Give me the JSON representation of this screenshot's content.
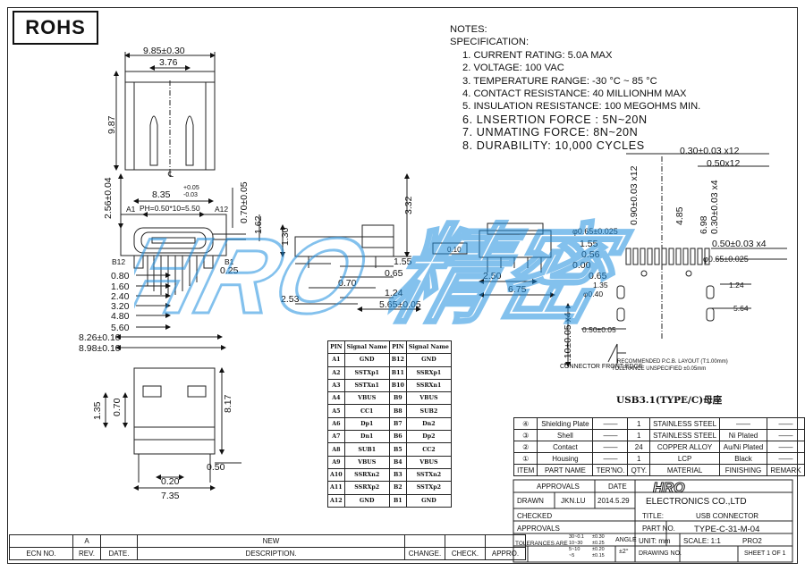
{
  "rohs": "ROHS",
  "notes": {
    "heading": "NOTES:",
    "spec": "SPECIFICATION:",
    "items": [
      "1. CURRENT RATING: 5.0A MAX",
      "2. VOLTAGE: 100 VAC",
      "3. TEMPERATURE RANGE: -30 °C ~ 85 °C",
      "4. CONTACT RESISTANCE: 40 MILLIONHM MAX",
      "5. INSULATION RESISTANCE: 100 MEGOHMS MIN.",
      "6. LNSERTION FORCE : 5N~20N",
      "7. UNMATING FORCE: 8N~20N",
      "8. DURABILITY: 10,000 CYCLES"
    ]
  },
  "dims": {
    "top_width": "9.85±0.30",
    "inner_width": "3.76",
    "height_left": "9.87",
    "pitch_span": "8.35",
    "pitch_tol_plus": "+0.05",
    "pitch_tol_minus": "-0.03",
    "ph": "PH=0.50*10=5.50",
    "a1": "A1",
    "a12": "A12",
    "b12": "B12",
    "b1": "B1",
    "cl": "℄",
    "d256": "2.56±0.04",
    "d070_005": "0.70±0.05",
    "d162": "1.62",
    "d025": "0.25",
    "d080": "0.80",
    "d160": "1.60",
    "d240": "2.40",
    "d320": "3.20",
    "d480": "4.80",
    "d560": "5.60",
    "d826": "8.26±0.10",
    "d898": "8.98±0.10",
    "d135": "1.35",
    "d070": "0.70",
    "d817": "8.17",
    "d050": "0.50",
    "d020": "0.20",
    "d735": "7.35",
    "side_130": "1.30",
    "side_332": "3.32",
    "side_155": "1.55",
    "side_065": "0.65",
    "side_070": "0.70",
    "side_124": "1.24",
    "side_253": "2.53",
    "side_565": "5.65±0.05",
    "flat": "0.10",
    "d250": "2.50",
    "d675": "6.75",
    "fp_030x12": "0.30±0.03 x12",
    "fp_050x12": "0.50x12",
    "fp_090x12": "0.90±0.03 x12",
    "fp_485": "4.85",
    "fp_698": "6.98",
    "fp_030x4": "0.30±0.03 x4",
    "fp_050x4": "0.50±0.03 x4",
    "fp_065h": "φ0.65±0.025",
    "fp_065h2": "φ0.65±0.025",
    "fp_155": "1.55",
    "fp_056": "0.56",
    "fp_000": "0.00",
    "fp_065": "0.65",
    "fp_135": "1.35",
    "fp_040": "φ0.40",
    "fp_124": "1.24",
    "fp_564": "5.64",
    "fp_110": "1.10±0.05 x4",
    "fp_050_005": "0.50±0.05",
    "fp_recommended": "RECOMMENDED  P.C.B. LAYOUT (T:1.00mm)",
    "fp_tol": "TOLERANCE UNSPECIFIED ±0.05mm",
    "connector_edge": "CONNECTOR FRONT EDGE"
  },
  "pin_table": {
    "headers": [
      "PIN",
      "Signal Name",
      "PIN",
      "Signal Name"
    ],
    "rows": [
      [
        "A1",
        "GND",
        "B12",
        "GND"
      ],
      [
        "A2",
        "SSTXp1",
        "B11",
        "SSRXp1"
      ],
      [
        "A3",
        "SSTXn1",
        "B10",
        "SSRXn1"
      ],
      [
        "A4",
        "VBUS",
        "B9",
        "VBUS"
      ],
      [
        "A5",
        "CC1",
        "B8",
        "SUB2"
      ],
      [
        "A6",
        "Dp1",
        "B7",
        "Dn2"
      ],
      [
        "A7",
        "Dn1",
        "B6",
        "Dp2"
      ],
      [
        "A8",
        "SUB1",
        "B5",
        "CC2"
      ],
      [
        "A9",
        "VBUS",
        "B4",
        "VBUS"
      ],
      [
        "A10",
        "SSRXn2",
        "B3",
        "SSTXn2"
      ],
      [
        "A11",
        "SSRXp2",
        "B2",
        "SSTXp2"
      ],
      [
        "A12",
        "GND",
        "B1",
        "GND"
      ]
    ]
  },
  "product_title": "USB3.1(TYPE/C)母座",
  "bom": {
    "rows": [
      [
        "④",
        "Shielding Plate",
        "——",
        "1",
        "STAINLESS STEEL",
        "——",
        "——"
      ],
      [
        "③",
        "Shell",
        "——",
        "1",
        "STAINLESS STEEL",
        "Ni Plated",
        "——"
      ],
      [
        "②",
        "Contact",
        "——",
        "24",
        "COPPER ALLOY",
        "Au/Ni Plated",
        "——"
      ],
      [
        "①",
        "Housing",
        "——",
        "1",
        "LCP",
        "Black",
        "——"
      ]
    ],
    "header": [
      "ITEM",
      "PART NAME",
      "TER'NO.",
      "QTY.",
      "MATERIAL",
      "FINISHING",
      "REMARK"
    ]
  },
  "title_block": {
    "approvals": "APPROVALS",
    "date": "DATE",
    "drawn": "DRAWN",
    "drawn_by": "JKN.LU",
    "drawn_date": "2014.5.29",
    "checked": "CHECKED",
    "approvals2": "APPROVALS",
    "logo": "HRO",
    "company": "ELECTRONICS CO.,LTD",
    "title_label": "TITLE:",
    "title_value": "USB CONNECTOR",
    "partno_label": "PART NO.",
    "partno_value": "TYPE-C-31-M-04",
    "tolerances": "TOLERANCES ARE",
    "tol_rows": [
      "30~0.1",
      "10~30",
      "5~10",
      "~5"
    ],
    "tol_vals": [
      "±0.30",
      "±0.25",
      "±0.20",
      "±0.15"
    ],
    "angle": "ANGLE",
    "angle_val": "±2°",
    "unit": "UNIT: mm",
    "scale": "SCALE:  1:1",
    "pro": "PRO2",
    "drawing_no": "DRAWING NO.",
    "sheet": "SHEET  1  OF  1"
  },
  "revision": {
    "row1": [
      "",
      "A",
      "",
      "NEW",
      "",
      "",
      ""
    ],
    "header": [
      "ECN NO.",
      "REV.",
      "DATE.",
      "DESCRIPTION.",
      "CHANGE.",
      "CHECK.",
      "APPRO."
    ]
  },
  "watermark": "HRO 精密",
  "colors": {
    "line": "#222222",
    "dim": "#111111",
    "watermark": "#1f8fe0"
  }
}
